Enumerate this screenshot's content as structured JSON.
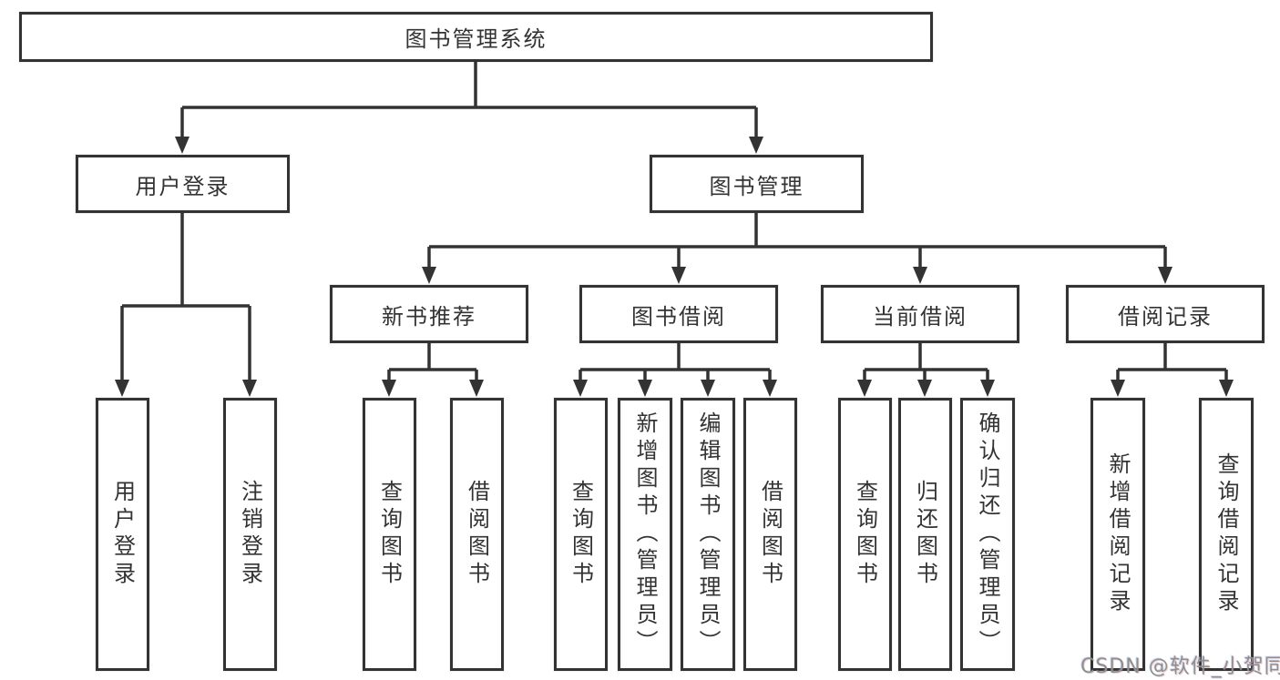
{
  "diagram": {
    "title": "图书管理系统",
    "children": [
      {
        "label": "用户登录",
        "children": [
          {
            "label": "用户登录"
          },
          {
            "label": "注销登录"
          }
        ]
      },
      {
        "label": "图书管理",
        "children": [
          {
            "label": "新书推荐",
            "children": [
              {
                "label": "查询图书"
              },
              {
                "label": "借阅图书"
              }
            ]
          },
          {
            "label": "图书借阅",
            "children": [
              {
                "label": "查询图书"
              },
              {
                "label": "新增图书（管理员）"
              },
              {
                "label": "编辑图书（管理员）"
              },
              {
                "label": "借阅图书"
              }
            ]
          },
          {
            "label": "当前借阅",
            "children": [
              {
                "label": "查询图书"
              },
              {
                "label": "归还图书"
              },
              {
                "label": "确认归还（管理员）"
              }
            ]
          },
          {
            "label": "借阅记录",
            "children": [
              {
                "label": "新增借阅记录"
              },
              {
                "label": "查询借阅记录"
              }
            ]
          }
        ]
      }
    ]
  },
  "watermark": "CSDN @软件_小贺同学",
  "colors": {
    "line": "#333333",
    "box_border": "#333333",
    "text": "#333333",
    "watermark": "#8f8f8f",
    "background": "#ffffff"
  }
}
